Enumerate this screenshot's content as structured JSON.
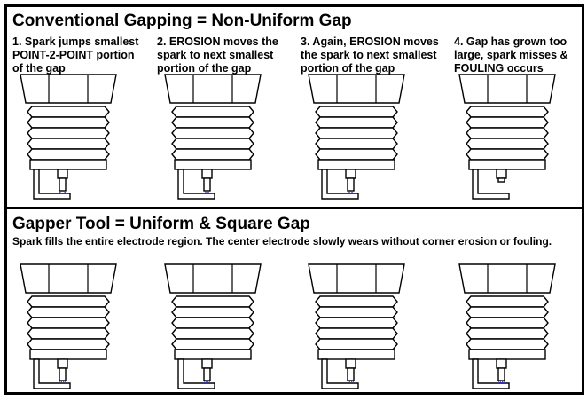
{
  "top": {
    "title": "Conventional Gapping = Non-Uniform Gap",
    "steps": [
      "1. Spark jumps smallest\nPOINT-2-POINT portion\nof the gap",
      "2. EROSION moves the\nspark to next smallest\nportion of the gap",
      "3. Again, EROSION moves\nthe spark to next smallest\nportion of the gap",
      "4. Gap has grown too\nlarge, spark misses &\nFOULING occurs"
    ]
  },
  "bottom": {
    "title": "Gapper Tool = Uniform & Square Gap",
    "description": "Spark fills the entire electrode region.  The center electrode slowly wears without corner erosion or fouling."
  },
  "colors": {
    "outline": "#000000",
    "spark": "#3333cc",
    "background": "#ffffff"
  }
}
